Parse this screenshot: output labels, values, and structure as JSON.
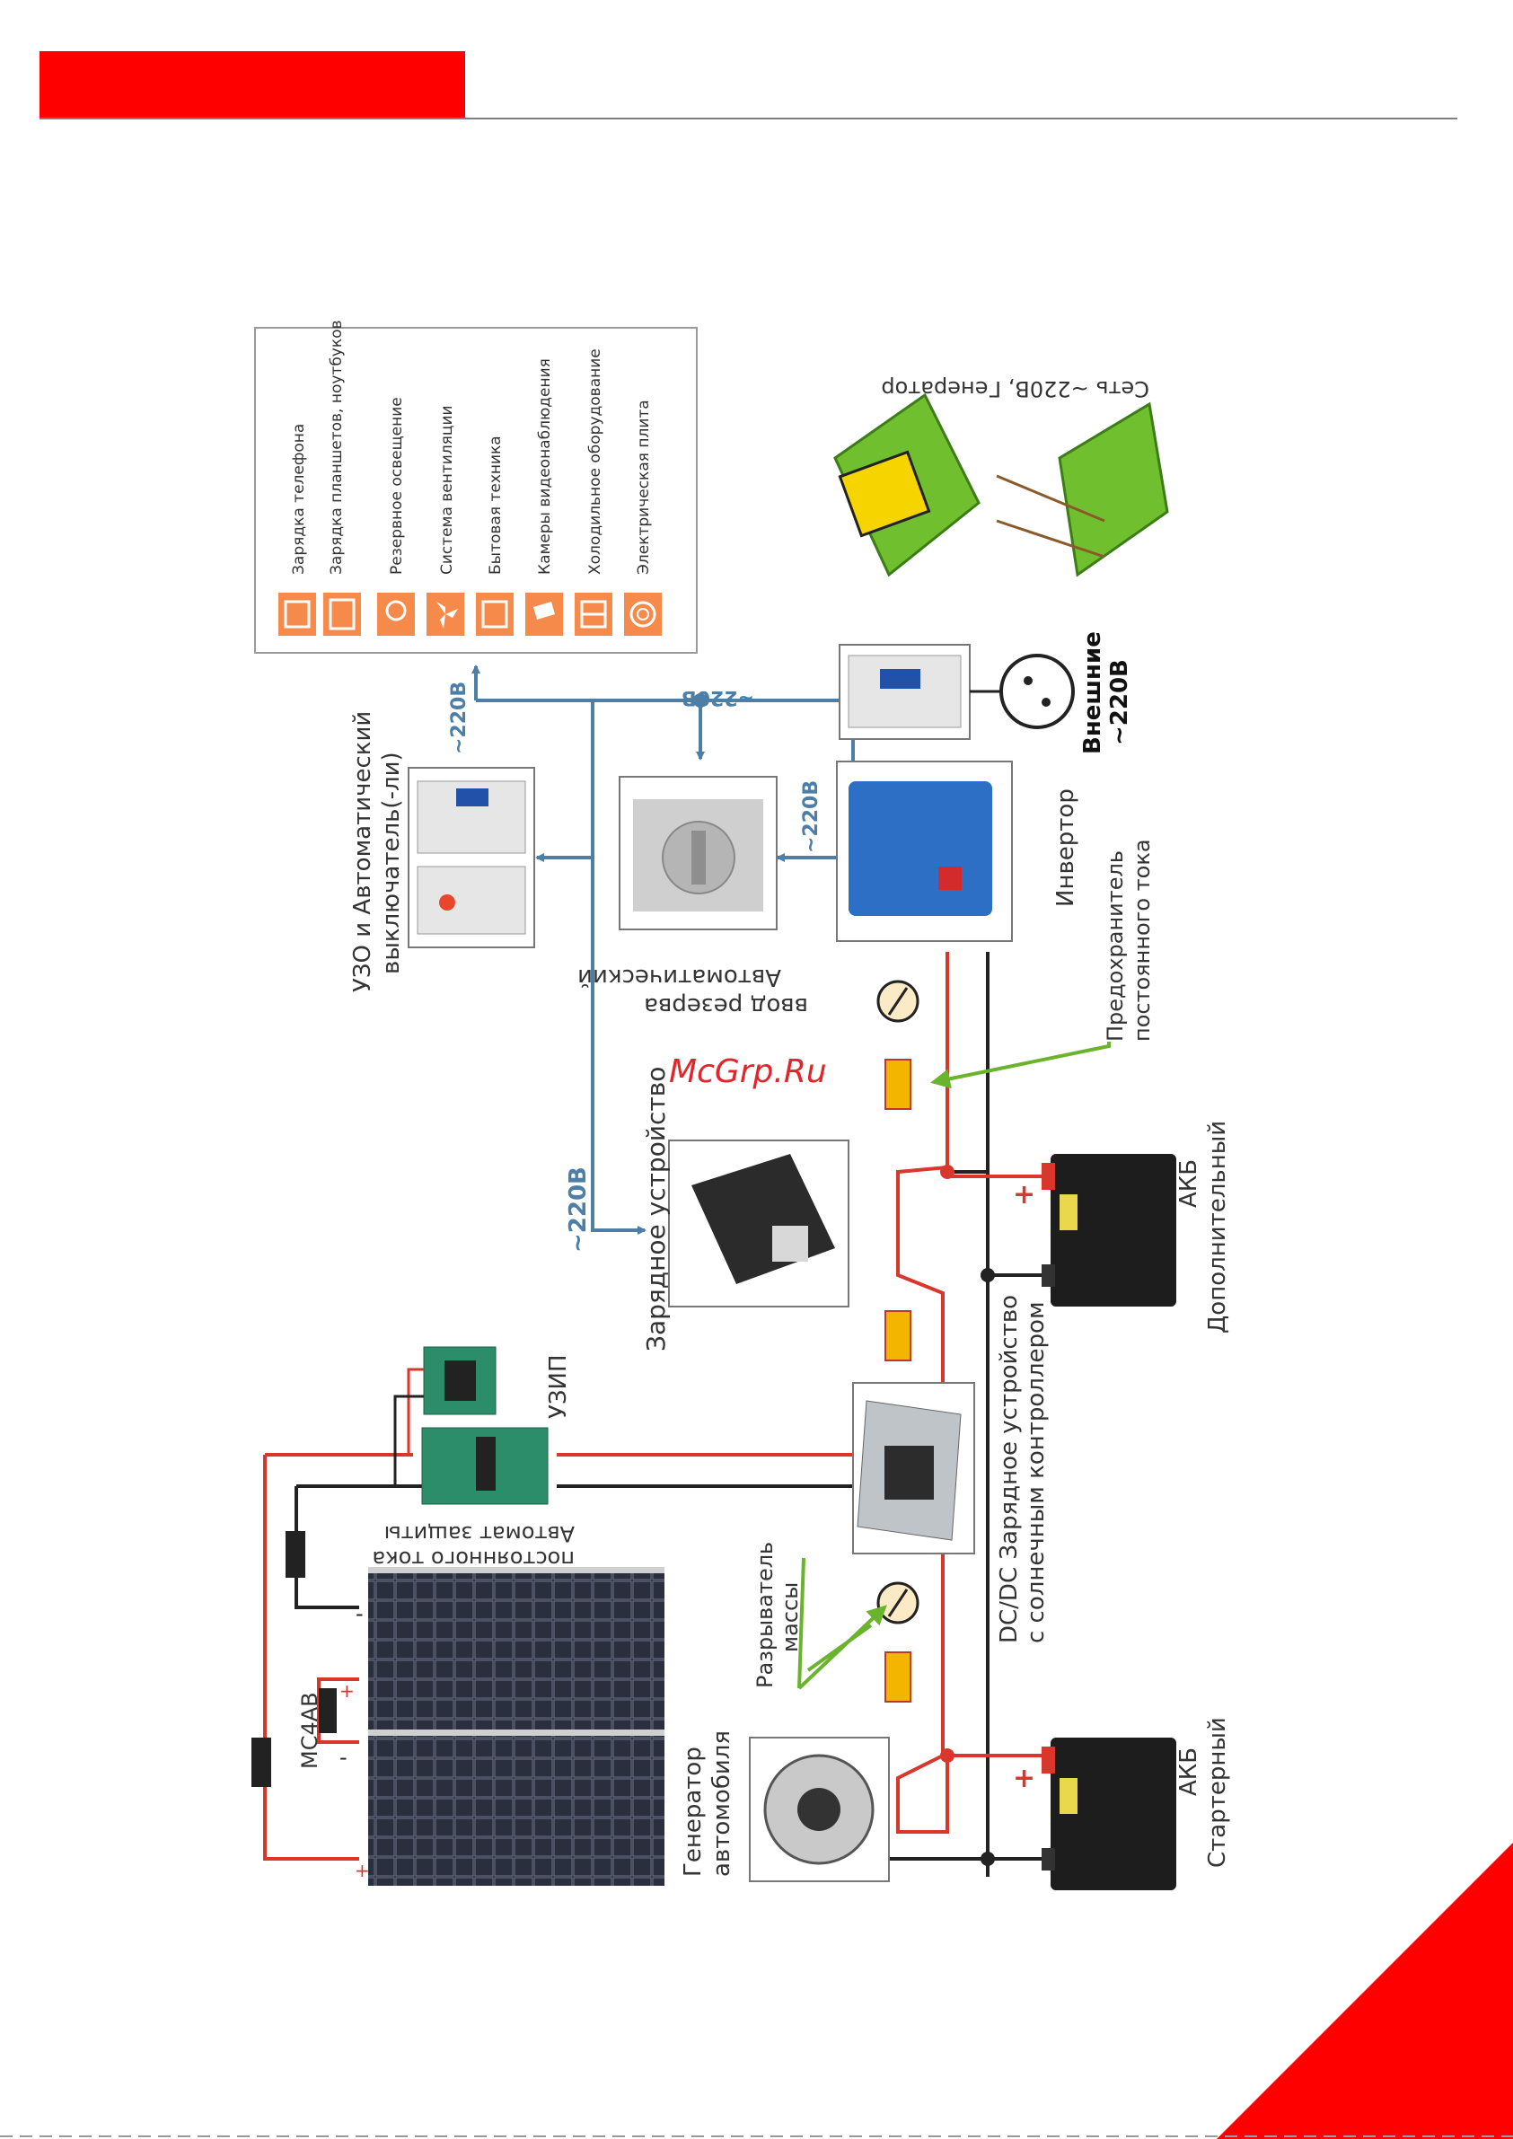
{
  "page": {
    "colors": {
      "brand_red": "#ff0000",
      "wire_blue": "#4d7ea8",
      "wire_red": "#d9362c",
      "wire_black": "#222222",
      "accent_green": "#6ab42d",
      "icon_orange": "#f58a4b"
    }
  },
  "watermark": "McGrp.Ru",
  "consumers": {
    "items": [
      {
        "label": "Зарядка телефона",
        "icon": "phone-icon"
      },
      {
        "label": "Зарядка планшетов, ноутбуков",
        "icon": "tablet-icon"
      },
      {
        "label": "Резервное освещение",
        "icon": "bulb-icon"
      },
      {
        "label": "Система вентиляции",
        "icon": "fan-icon"
      },
      {
        "label": "Бытовая техника",
        "icon": "appliance-icon"
      },
      {
        "label": "Камеры видеонаблюдения",
        "icon": "camera-icon"
      },
      {
        "label": "Холодильное оборудование",
        "icon": "fridge-icon"
      },
      {
        "label": "Электрическая плита",
        "icon": "stove-icon"
      }
    ]
  },
  "labels": {
    "uzo_line1": "УЗО и Автоматический",
    "uzo_line2": "выключатель(-ли)",
    "v220_top": "~220В",
    "v220_right": "~220В",
    "v220_inv": "~220В",
    "v220_charger": "~220В",
    "external_line1": "Внешние",
    "external_line2": "~220В",
    "grid_generator": "Сеть ~220В, Генератор",
    "ats_line1": "Автоматический",
    "ats_line2": "ввод резерва",
    "inverter": "Инвертор",
    "dc_fuse_line1": "Предохранитель",
    "dc_fuse_line2": "постоянного тока",
    "charger": "Зарядное  устройство",
    "battery_aux_line1": "АКБ",
    "battery_aux_line2": "Дополнительный",
    "battery_start_line1": "АКБ",
    "battery_start_line2": "Стартерный",
    "dcdc_line1": "DC/DC Зарядное устройство",
    "dcdc_line2": "с солнечным контроллером",
    "disconnect_line1": "Разрыватель",
    "disconnect_line2": "массы",
    "alternator_line1": "Генератор",
    "alternator_line2": "автомобиля",
    "mc4": "MC4AB",
    "uzip": "УЗИП",
    "dc_breaker_line1": "Автомат защиты",
    "dc_breaker_line2": "постоянного тока",
    "plus": "+",
    "minus": "-"
  }
}
